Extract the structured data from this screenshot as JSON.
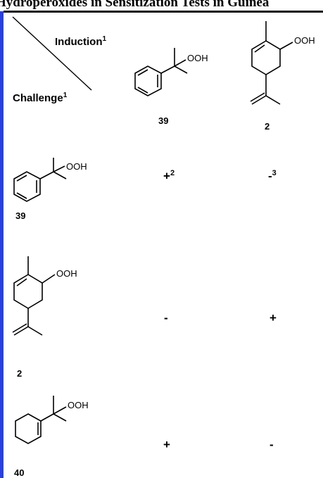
{
  "title": "Hydroperoxides in Sensitization Tests in Guinea",
  "header": {
    "induction": "Induction",
    "challenge": "Challenge",
    "superscript": "1"
  },
  "group": "OOH",
  "compounds": {
    "cumene": "39",
    "limonene": "2",
    "cyclohexenyl": "40"
  },
  "results": {
    "r39_c39": {
      "sign": "+",
      "sup": "2"
    },
    "r39_c2": {
      "sign": "-",
      "sup": "3"
    },
    "r2_c39": {
      "sign": "-"
    },
    "r2_c2": {
      "sign": "+"
    },
    "r40_c39": {
      "sign": "+"
    },
    "r40_c2": {
      "sign": "-"
    }
  }
}
